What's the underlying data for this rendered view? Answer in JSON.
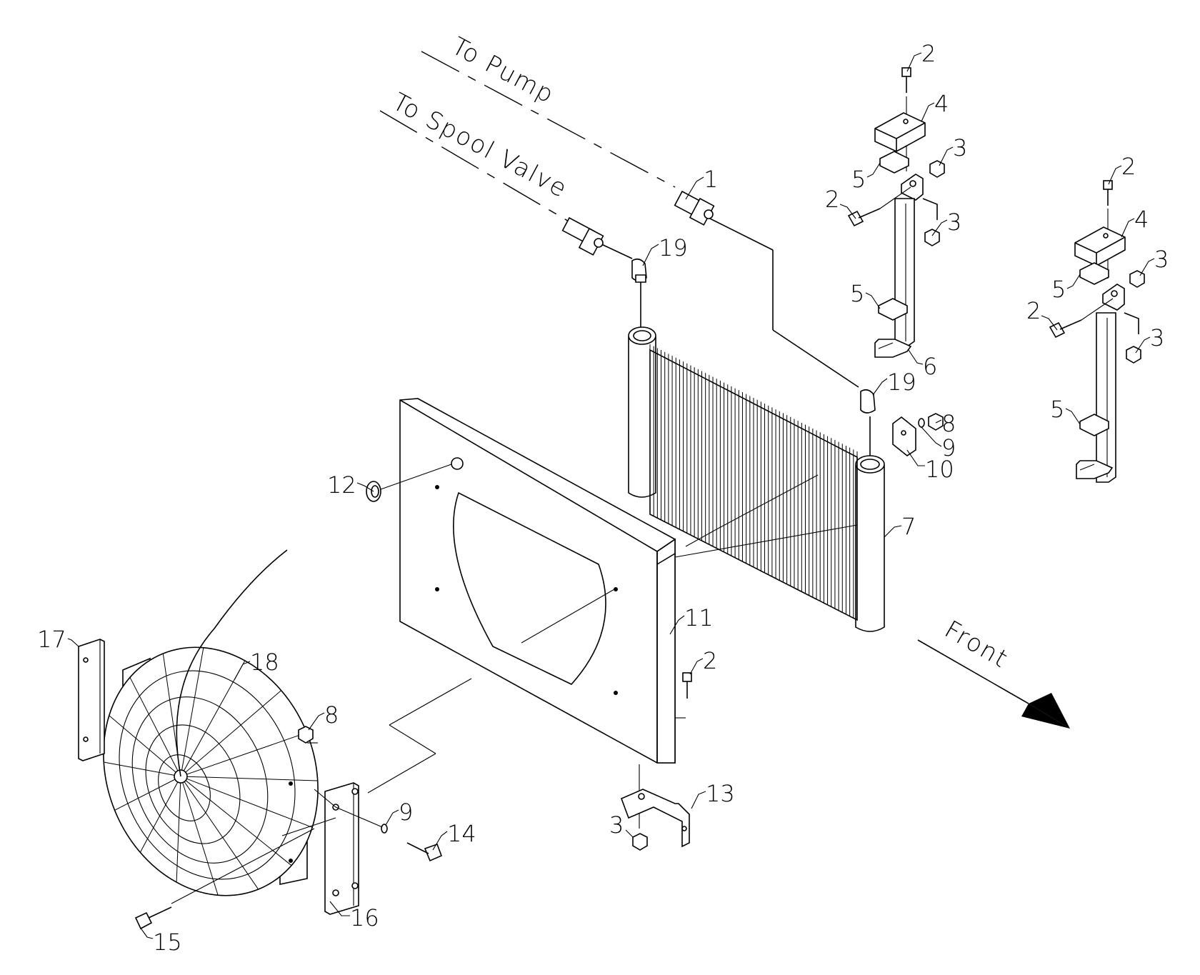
{
  "labels": {
    "to_pump": "To Pump",
    "to_spool_valve": "To Spool Valve",
    "front": "Front"
  },
  "callouts": {
    "c1": "1",
    "c2a": "2",
    "c2b": "2",
    "c2c": "2",
    "c2d": "2",
    "c2e": "2",
    "c3a": "3",
    "c3b": "3",
    "c3c": "3",
    "c3d": "3",
    "c3e": "3",
    "c4a": "4",
    "c4b": "4",
    "c5a": "5",
    "c5b": "5",
    "c5c": "5",
    "c5d": "5",
    "c6": "6",
    "c7": "7",
    "c8a": "8",
    "c8b": "8",
    "c9a": "9",
    "c9b": "9",
    "c10": "10",
    "c11": "11",
    "c12": "12",
    "c13": "13",
    "c14": "14",
    "c15": "15",
    "c16": "16",
    "c17": "17",
    "c18": "18",
    "c19a": "19",
    "c19b": "19"
  },
  "colors": {
    "ink": "#000000",
    "paper": "#ffffff"
  }
}
